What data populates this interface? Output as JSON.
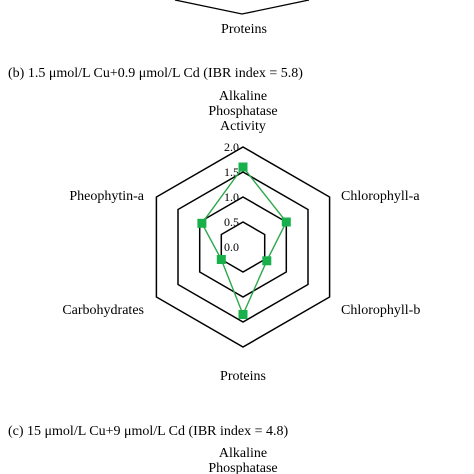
{
  "top_fragment": {
    "bottom_label": "Proteins"
  },
  "colors": {
    "hexagon": "#000000",
    "series": "#2aa84a",
    "marker": "#18b04a"
  },
  "chart_data": [
    {
      "type": "radar",
      "title": "(b) 1.5 μmol/L Cu+0.9 μmol/L Cd (IBR index = 5.8)",
      "axes": [
        "Alkaline\nPhosphatase\nActivity",
        "Chlorophyll-a",
        "Chlorophyll-b",
        "Proteins",
        "Carbohydrates",
        "Pheophytin-a"
      ],
      "ticks": [
        "0.0",
        "0.5",
        "1.0",
        "1.5",
        "2.0"
      ],
      "range": [
        0,
        2
      ],
      "series": [
        {
          "values": [
            1.6,
            1.0,
            0.55,
            1.35,
            0.5,
            0.95
          ]
        }
      ]
    },
    {
      "type": "radar",
      "title": "(c) 15 μmol/L Cu+9 μmol/L Cd (IBR index = 4.8)",
      "axes_visible": [
        "Alkaline\nPhosphatase"
      ]
    }
  ]
}
